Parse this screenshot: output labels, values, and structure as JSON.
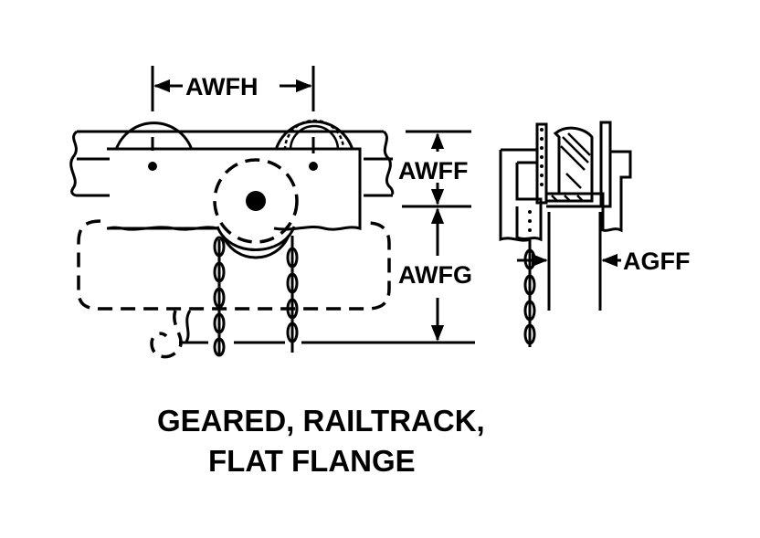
{
  "diagram": {
    "dimensions": {
      "awfh": "AWFH",
      "awff": "AWFF",
      "awfg": "AWFG",
      "agff": "AGFF"
    },
    "caption": {
      "line1": "GEARED, RAILTRACK,",
      "line2": "FLAT FLANGE"
    },
    "ink_color": "#000000",
    "background_color": "#ffffff"
  }
}
